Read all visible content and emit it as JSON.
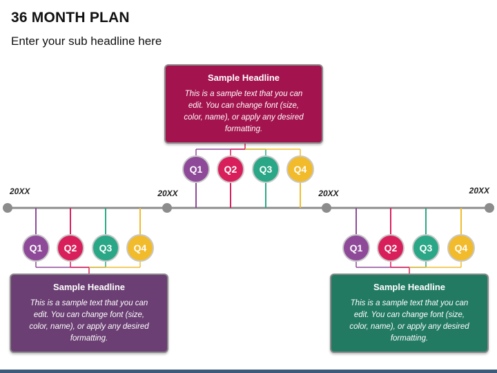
{
  "page": {
    "title": "36 MONTH PLAN",
    "subtitle": "Enter your sub headline here"
  },
  "timeline": {
    "line_color": "#8c8c8c",
    "dates": [
      "20XX",
      "20XX",
      "20XX",
      "20XX"
    ]
  },
  "groups": [
    {
      "quarters": [
        "Q1",
        "Q2",
        "Q3",
        "Q4"
      ],
      "card": {
        "headline": "Sample Headline",
        "text": "This is a sample text that you can edit. You can change font (size, color, name), or apply any desired formatting.",
        "color": "#6b3f73"
      }
    },
    {
      "quarters": [
        "Q1",
        "Q2",
        "Q3",
        "Q4"
      ],
      "card": {
        "headline": "Sample Headline",
        "text": "This is a sample text that you can edit. You can change font (size, color, name), or apply any desired formatting.",
        "color": "#a3134e"
      }
    },
    {
      "quarters": [
        "Q1",
        "Q2",
        "Q3",
        "Q4"
      ],
      "card": {
        "headline": "Sample Headline",
        "text": "This is a sample text that you can edit. You can change font (size, color, name), or apply any desired formatting.",
        "color": "#237a63"
      }
    }
  ],
  "quarter_colors": [
    "#8e4a99",
    "#d81f5b",
    "#2aa786",
    "#f1bb2b"
  ]
}
